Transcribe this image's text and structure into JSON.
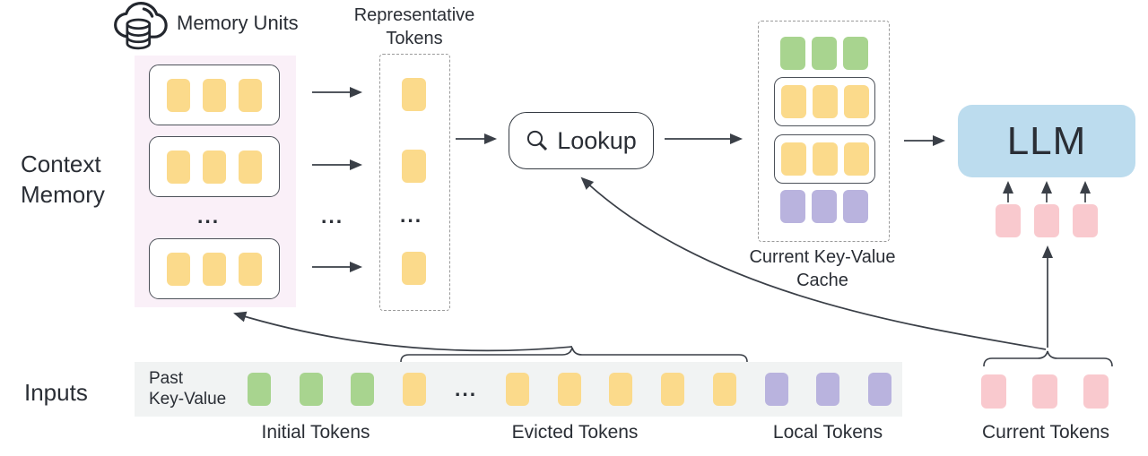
{
  "colors": {
    "text": "#2a2e35",
    "line": "#3a3f47",
    "yellow": "#fbda8b",
    "green": "#a8d48f",
    "purple": "#b9b3de",
    "pink": "#f9c9ce",
    "blue": "#bcdcee",
    "memory-bg": "#faf0f8",
    "strip-bg": "#f1f3f3"
  },
  "labels": {
    "ellipsis": "..."
  },
  "context_memory": {
    "title_line1": "Context",
    "title_line2": "Memory",
    "memory_units_caption": "Memory Units",
    "units_visible": 3,
    "tokens_per_unit": 3
  },
  "representative": {
    "caption_line1": "Representative",
    "caption_line2": "Tokens",
    "tokens_visible": 3
  },
  "lookup": {
    "label": "Lookup"
  },
  "cache": {
    "caption_line1": "Current Key-Value",
    "caption_line2": "Cache",
    "rows": [
      {
        "color": "green",
        "count": 3,
        "boxed": false
      },
      {
        "color": "yellow",
        "count": 3,
        "boxed": true
      },
      {
        "color": "yellow",
        "count": 3,
        "boxed": true
      },
      {
        "color": "purple",
        "count": 3,
        "boxed": false
      }
    ]
  },
  "llm": {
    "label": "LLM",
    "incoming_tokens": 3
  },
  "inputs": {
    "title": "Inputs",
    "prefix_line1": "Past",
    "prefix_line2": "Key-Value",
    "groups": [
      {
        "label": "Initial Tokens",
        "count": 3,
        "color": "green"
      },
      {
        "label": "Evicted Tokens",
        "count": 6,
        "color": "yellow"
      },
      {
        "label": "Local Tokens",
        "count": 3,
        "color": "purple"
      },
      {
        "label": "Current Tokens",
        "count": 3,
        "color": "pink"
      }
    ]
  }
}
